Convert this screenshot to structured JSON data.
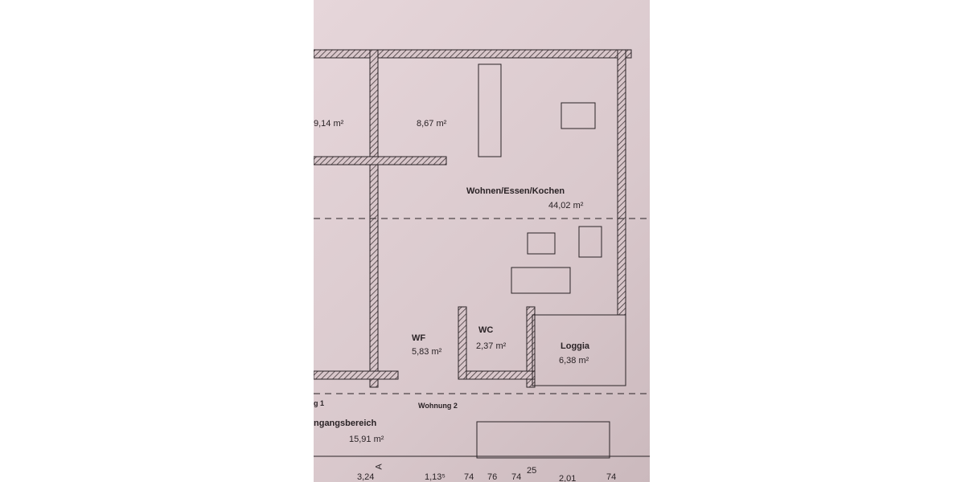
{
  "rooms": [
    {
      "name": "",
      "area": "9,14 m²"
    },
    {
      "name": "",
      "area": "8,67 m²"
    },
    {
      "name": "Wohnen/Essen/Kochen",
      "area": "44,02 m²"
    },
    {
      "name": "WF",
      "area": "5,83 m²"
    },
    {
      "name": "WC",
      "area": "2,37 m²"
    },
    {
      "name": "Loggia",
      "area": "6,38 m²"
    },
    {
      "name": "ngangsbereich",
      "area": "15,91 m²"
    }
  ],
  "unit_labels": [
    "g 1",
    "Wohnung 2"
  ],
  "section_marker": "A",
  "dimensions": [
    "3,24",
    "1,13⁵",
    "74",
    "76",
    "74",
    "25",
    "2,01",
    "74"
  ],
  "colors": {
    "paper": "#dccbcf",
    "ink": "#2a2326"
  }
}
